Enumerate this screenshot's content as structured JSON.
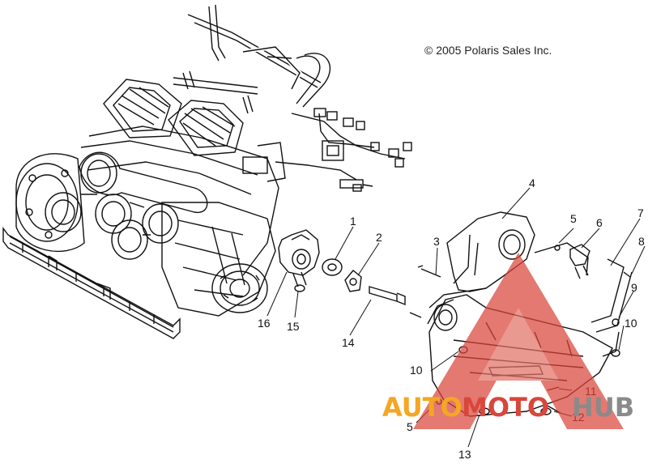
{
  "copyright": "© 2005 Polaris Sales Inc.",
  "callouts": [
    "1",
    "2",
    "3",
    "4",
    "5",
    "6",
    "7",
    "8",
    "9",
    "10",
    "11",
    "12",
    "13",
    "14",
    "15",
    "16",
    "10",
    "5"
  ],
  "watermark": {
    "part1": "AUTO",
    "part2": "MOTO",
    "part3": "HUB",
    "color_orange": "#f5a623",
    "color_red": "#d9463b",
    "color_gray": "#8a8a8a"
  }
}
